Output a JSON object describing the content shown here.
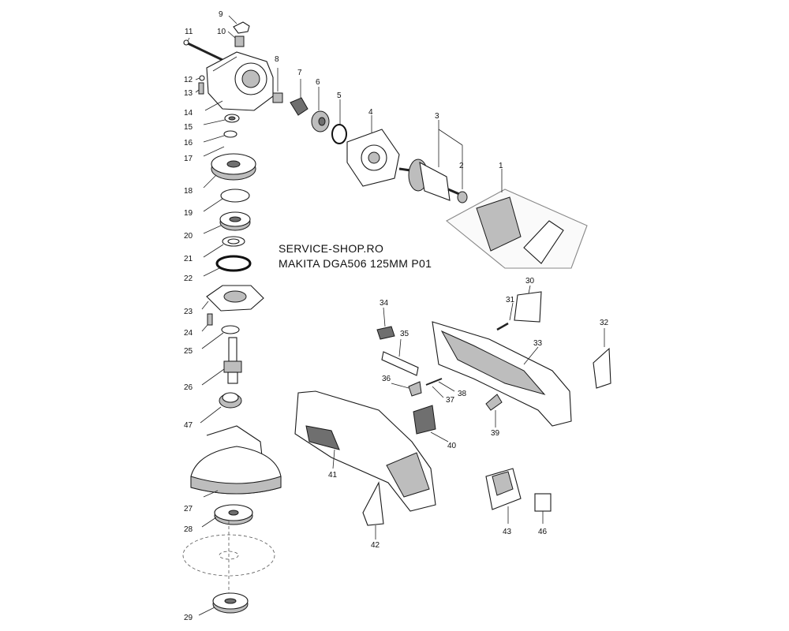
{
  "title": {
    "line1": "SERVICE-SHOP.RO",
    "line2": "MAKITA DGA506 125MM P01"
  },
  "parts": [
    {
      "id": "1"
    },
    {
      "id": "2"
    },
    {
      "id": "3"
    },
    {
      "id": "4"
    },
    {
      "id": "5"
    },
    {
      "id": "6"
    },
    {
      "id": "7"
    },
    {
      "id": "8"
    },
    {
      "id": "9"
    },
    {
      "id": "10"
    },
    {
      "id": "11"
    },
    {
      "id": "12"
    },
    {
      "id": "13"
    },
    {
      "id": "14"
    },
    {
      "id": "15"
    },
    {
      "id": "16"
    },
    {
      "id": "17"
    },
    {
      "id": "18"
    },
    {
      "id": "19"
    },
    {
      "id": "20"
    },
    {
      "id": "21"
    },
    {
      "id": "22"
    },
    {
      "id": "23"
    },
    {
      "id": "24"
    },
    {
      "id": "25"
    },
    {
      "id": "26"
    },
    {
      "id": "27"
    },
    {
      "id": "28"
    },
    {
      "id": "29"
    },
    {
      "id": "30"
    },
    {
      "id": "31"
    },
    {
      "id": "32"
    },
    {
      "id": "33"
    },
    {
      "id": "34"
    },
    {
      "id": "35"
    },
    {
      "id": "36"
    },
    {
      "id": "37"
    },
    {
      "id": "38"
    },
    {
      "id": "39"
    },
    {
      "id": "40"
    },
    {
      "id": "41"
    },
    {
      "id": "42"
    },
    {
      "id": "43"
    },
    {
      "id": "46"
    },
    {
      "id": "47"
    }
  ]
}
